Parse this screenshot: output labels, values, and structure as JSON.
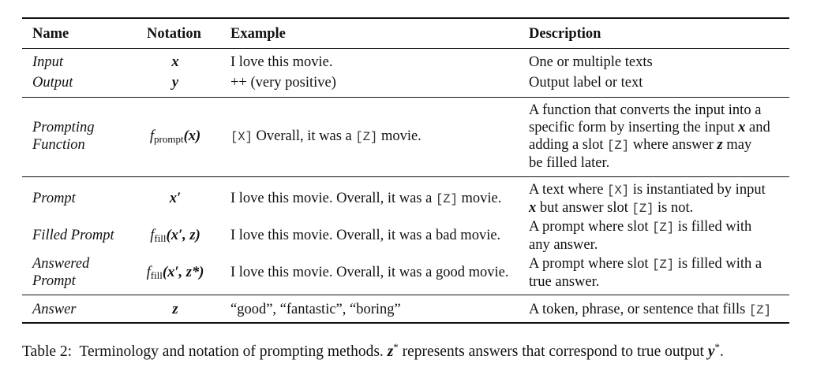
{
  "table": {
    "headers": {
      "name": "Name",
      "notation": "Notation",
      "example": "Example",
      "description": "Description"
    },
    "rows": [
      {
        "name": "Input",
        "notation": "x",
        "example": "I love this movie.",
        "description": "One or multiple texts"
      },
      {
        "name": "Output",
        "notation": "y",
        "example": "++ (very positive)",
        "description": "Output label or text"
      },
      {
        "name_line1": "Prompting",
        "name_line2": "Function",
        "notation": "f",
        "notation_sub": "prompt",
        "notation_arg": "(x)",
        "example_slot1": "[X]",
        "example_mid": " Overall, it was a ",
        "example_slot2": "[Z]",
        "example_end": " movie.",
        "description_line1": "A function that converts the input into a",
        "description_line2_a": "specific form by inserting the input ",
        "description_line2_var": "x",
        "description_line2_b": " and",
        "description_line3_a": "adding a slot ",
        "description_line3_slot": "[Z]",
        "description_line3_b": " where answer ",
        "description_line3_var": "z",
        "description_line3_c": " may",
        "description_line4": "be filled later."
      },
      {
        "name": "Prompt",
        "notation": "x′",
        "example_a": "I love this movie. Overall, it was a ",
        "example_slot": "[Z]",
        "example_b": " movie.",
        "description_line1_a": "A text where ",
        "description_line1_slot": "[X]",
        "description_line1_b": " is instantiated by input",
        "description_line2_var": "x",
        "description_line2_a": " but answer slot ",
        "description_line2_slot": "[Z]",
        "description_line2_b": " is not."
      },
      {
        "name": "Filled Prompt",
        "notation": "f",
        "notation_sub": "fill",
        "notation_arg": "(x′, z)",
        "example": "I love this movie. Overall, it was a bad movie.",
        "description_line1_a": "A prompt where slot ",
        "description_line1_slot": "[Z]",
        "description_line1_b": " is filled with",
        "description_line2": "any answer."
      },
      {
        "name_line1": "Answered",
        "name_line2": "Prompt",
        "notation": "f",
        "notation_sub": "fill",
        "notation_arg": "(x′, z*)",
        "example": "I love this movie. Overall, it was a good movie.",
        "description_line1_a": "A prompt where slot ",
        "description_line1_slot": "[Z]",
        "description_line1_b": " is filled with a",
        "description_line2": "true answer."
      },
      {
        "name": "Answer",
        "notation": "z",
        "example": "“good”, “fantastic”, “boring”",
        "description_a": "A token, phrase, or sentence that fills ",
        "description_slot": "[Z]"
      }
    ]
  },
  "caption": {
    "label": "Table 2:",
    "text_a": "  Terminology and notation of prompting methods. ",
    "var_z": "z",
    "sup_star": "*",
    "text_b": " represents answers that correspond to true output ",
    "var_y": "y",
    "sup_star2": "*",
    "text_c": "."
  }
}
